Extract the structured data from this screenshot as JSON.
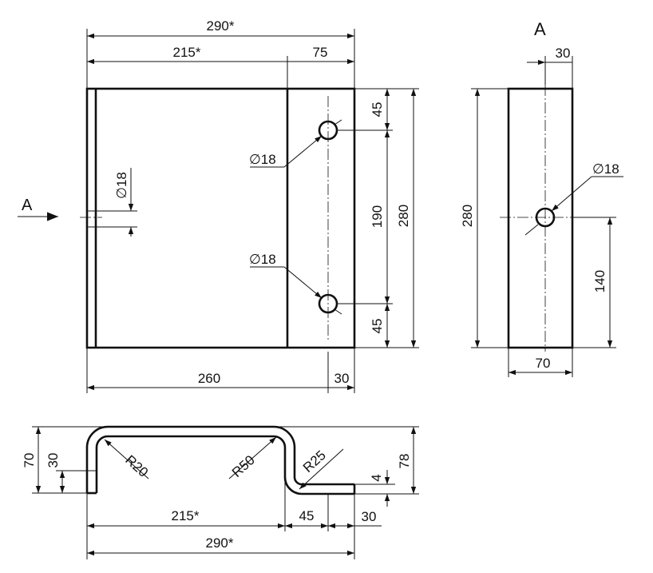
{
  "view_label": "A",
  "arrow_label": "A",
  "front": {
    "width_total": "290*",
    "width_left": "215*",
    "width_right": "75",
    "bottom_left": "260",
    "bottom_right": "30",
    "hole_diameter_top": "∅18",
    "hole_diameter_bottom": "∅18",
    "hole_diameter_side": "∅18",
    "height_top": "45",
    "height_mid": "190",
    "height_bottom": "45",
    "height_total": "280"
  },
  "side": {
    "top_offset": "30",
    "hole_diameter": "∅18",
    "height_total": "280",
    "hole_height": "140",
    "width": "70"
  },
  "profile": {
    "height_left": "70",
    "height_inner": "30",
    "radius_left": "R20",
    "radius_mid": "R50",
    "radius_right": "R25",
    "thickness": "4",
    "height_right": "78",
    "length_215": "215*",
    "length_45": "45",
    "length_30": "30",
    "length_total": "290*"
  }
}
